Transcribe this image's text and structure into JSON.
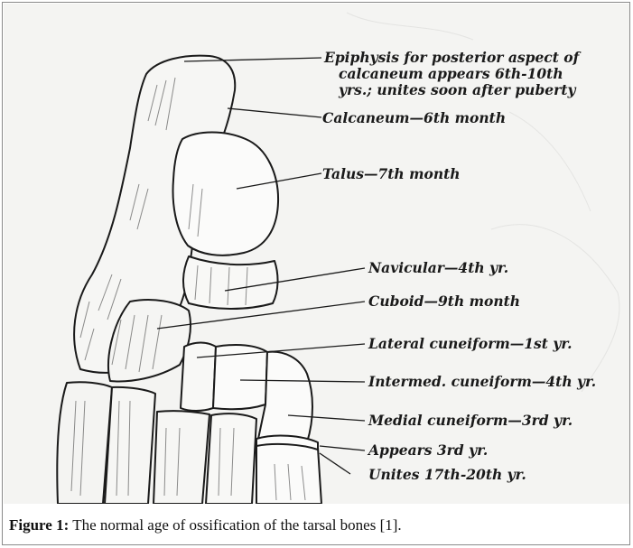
{
  "figure": {
    "labels": {
      "epiphysis_line1": "Epiphysis for posterior aspect of",
      "epiphysis_line2": "calcaneum appears 6th-10th",
      "epiphysis_line3": "yrs.; unites soon after puberty",
      "calcaneum": "Calcaneum—6th month",
      "talus": "Talus—7th month",
      "navicular": "Navicular—4th yr.",
      "cuboid": "Cuboid—9th month",
      "lateral_cuneiform": "Lateral cuneiform—1st yr.",
      "intermed_cuneiform": "Intermed. cuneiform—4th yr.",
      "medial_cuneiform": "Medial cuneiform—3rd yr.",
      "appears": "Appears 3rd yr.",
      "unites": "Unites 17th-20th yr."
    },
    "colors": {
      "ink": "#1a1a1a",
      "paper": "#f4f4f2",
      "bone": "#fbfbfa"
    }
  },
  "caption": {
    "prefix": "Figure 1:",
    "text": " The normal age of ossification of the tarsal bones [1]."
  }
}
